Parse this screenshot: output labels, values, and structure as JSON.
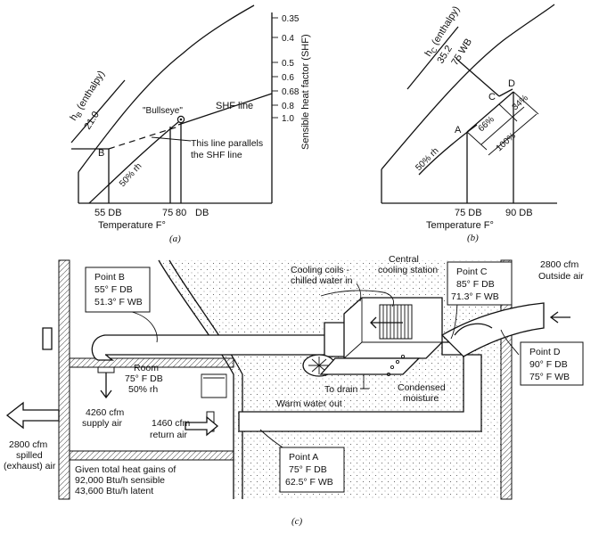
{
  "panel_a": {
    "enthalpy_label": "h",
    "enthalpy_sub": "B",
    "enthalpy_suffix": " (enthalpy)",
    "enthalpy_value": "21.0",
    "bullseye": "\"Bullseye\"",
    "shf_line": "SHF line",
    "parallel_note_1": "This line parallels",
    "parallel_note_2": "the SHF line",
    "point_b": "B",
    "rh": "50% rh",
    "x_55": "55 DB",
    "x_75": "75",
    "x_80": "80",
    "x_db": "DB",
    "x_title": "Temperature F°",
    "caption": "(a)",
    "shf_axis_title": "Sensible heat factor (SHF)",
    "shf_ticks": [
      "0.35",
      "0.4",
      "0.5",
      "0.6",
      "0.68",
      "0.8",
      "1.0"
    ]
  },
  "panel_b": {
    "enthalpy_label": "h",
    "enthalpy_sub": "C",
    "enthalpy_suffix": " (enthalpy)",
    "enthalpy_value": "35.2",
    "wb": "75 WB",
    "point_a": "A",
    "point_c": "C",
    "point_d": "D",
    "rh": "50% rh",
    "pct_66": "66%",
    "pct_34": "34%",
    "pct_100": "100%",
    "x_75": "75 DB",
    "x_90": "90 DB",
    "x_title": "Temperature F°",
    "caption": "(b)"
  },
  "panel_c": {
    "point_b": {
      "title": "Point B",
      "line1": "55° F DB",
      "line2": "51.3° F WB"
    },
    "point_c": {
      "title": "Point C",
      "line1": "85° F DB",
      "line2": "71.3° F WB"
    },
    "point_d": {
      "title": "Point D",
      "line1": "90° F DB",
      "line2": "75° F WB"
    },
    "point_a": {
      "title": "Point A",
      "line1": "75° F DB",
      "line2": "62.5° F WB"
    },
    "outside_air_1": "2800 cfm",
    "outside_air_2": "Outside air",
    "cooling_coils_1": "Cooling coils -",
    "cooling_coils_2": "chilled water in",
    "central_1": "Central",
    "central_2": "cooling station",
    "room_1": "Room",
    "room_2": "75° F DB",
    "room_3": "50% rh",
    "supply_1": "4260 cfm",
    "supply_2": "supply air",
    "return_1": "1460 cfm",
    "return_2": "return air",
    "drain": "To drain",
    "warm_water": "Warm water out",
    "condensed_1": "Condensed",
    "condensed_2": "moisture",
    "spilled_1": "2800 cfm",
    "spilled_2": "spilled",
    "spilled_3": "(exhaust) air",
    "gains_1": "Given total heat gains of",
    "gains_2": "92,000 Btu/h sensible",
    "gains_3": "43,600 Btu/h latent",
    "caption": "(c)"
  }
}
